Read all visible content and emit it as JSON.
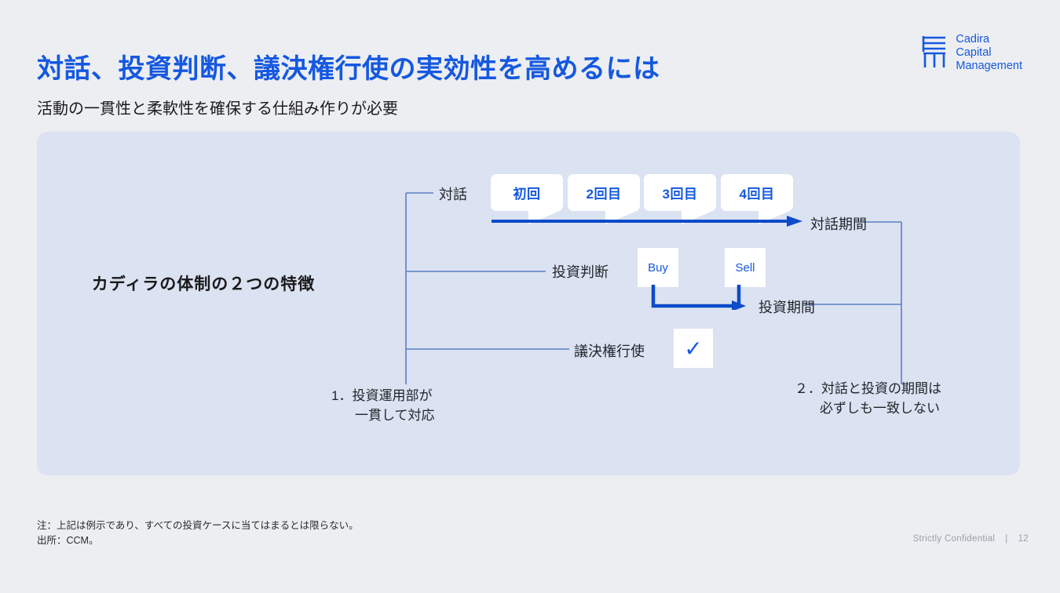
{
  "header": {
    "title": "対話、投資判断、議決権行使の実効性を高めるには",
    "subtitle": "活動の一貫性と柔軟性を確保する仕組み作りが必要",
    "title_color": "#1558e0"
  },
  "logo": {
    "line1": "Cadira",
    "line2": "Capital",
    "line3": "Management",
    "color": "#1558e0",
    "mark_name": "cadira-logo-mark"
  },
  "panel": {
    "heading": "カディラの体制の２つの特徴",
    "background": "#dbe2f1",
    "rows": [
      {
        "label": "対話",
        "period_label": "対話期間"
      },
      {
        "label": "投資判断",
        "period_label": "投資期間"
      },
      {
        "label": "議決権行使",
        "period_label": ""
      }
    ],
    "dialogue_bubbles": [
      "初回",
      "2回目",
      "3回目",
      "4回目"
    ],
    "trade_cards": [
      {
        "label": "Buy"
      },
      {
        "label": "Sell"
      }
    ],
    "voting_mark": "✓",
    "notes": [
      {
        "num": "1．",
        "line1": "投資運用部が",
        "line2": "一貫して対応"
      },
      {
        "num": "２．",
        "line1": "対話と投資の期間は",
        "line2": "必ずしも一致しない"
      }
    ],
    "accent_color": "#0c4bc9",
    "connector_color": "#5b7fc4"
  },
  "footer": {
    "note_line1": "注：上記は例示であり、すべての投資ケースに当てはまるとは限らない。",
    "note_line2": "出所：CCM。",
    "confidential": "Strictly Confidential",
    "separator": "|",
    "page_number": "12"
  }
}
